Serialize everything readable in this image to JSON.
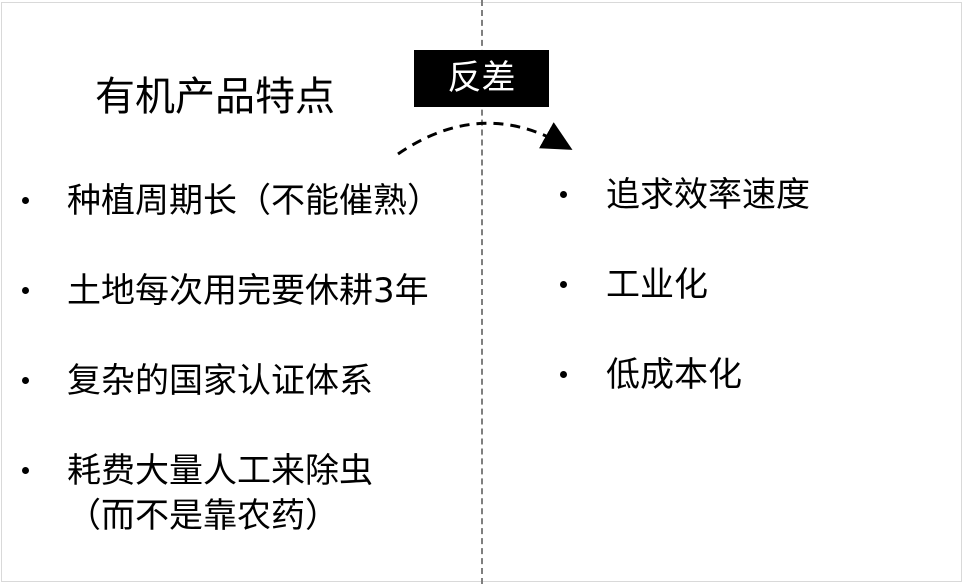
{
  "title": "有机产品特点",
  "contrast_label": "反差",
  "left_items": [
    {
      "text": "种植周期长（不能催熟）"
    },
    {
      "text": "土地每次用完要休耕3年"
    },
    {
      "text": "复杂的国家认证体系"
    },
    {
      "text": "耗费大量人工来除虫",
      "continuation": "（而不是靠农药）"
    }
  ],
  "right_items": [
    {
      "text": "追求效率速度"
    },
    {
      "text": "工业化"
    },
    {
      "text": "低成本化"
    }
  ],
  "colors": {
    "divider": "#7f7f7f",
    "box_background": "#000000",
    "box_text": "#ffffff",
    "text": "#000000"
  },
  "icons": {
    "arrow": "curved-dashed-arrow-icon",
    "bullet": "bullet-dot-icon"
  }
}
